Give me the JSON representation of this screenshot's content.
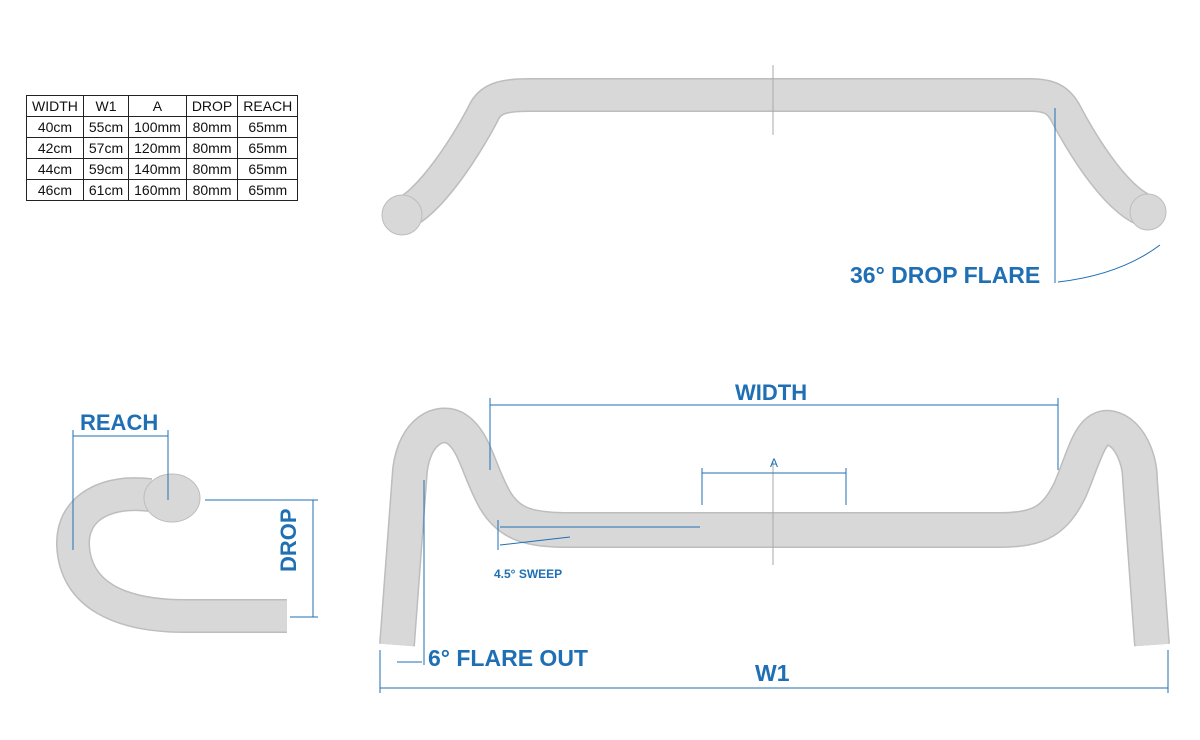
{
  "table": {
    "headers": [
      "WIDTH",
      "W1",
      "A",
      "DROP",
      "REACH"
    ],
    "rows": [
      [
        "40cm",
        "55cm",
        "100mm",
        "80mm",
        "65mm"
      ],
      [
        "42cm",
        "57cm",
        "120mm",
        "80mm",
        "65mm"
      ],
      [
        "44cm",
        "59cm",
        "140mm",
        "80mm",
        "65mm"
      ],
      [
        "46cm",
        "61cm",
        "160mm",
        "80mm",
        "65mm"
      ]
    ]
  },
  "labels": {
    "drop_flare": "36° DROP FLARE",
    "reach": "REACH",
    "drop": "DROP",
    "width": "WIDTH",
    "a": "A",
    "sweep": "4.5° SWEEP",
    "flare_out": "6° FLARE OUT",
    "w1": "W1"
  },
  "colors": {
    "accent": "#1f6fb5",
    "bar": "#d6d6d6"
  }
}
